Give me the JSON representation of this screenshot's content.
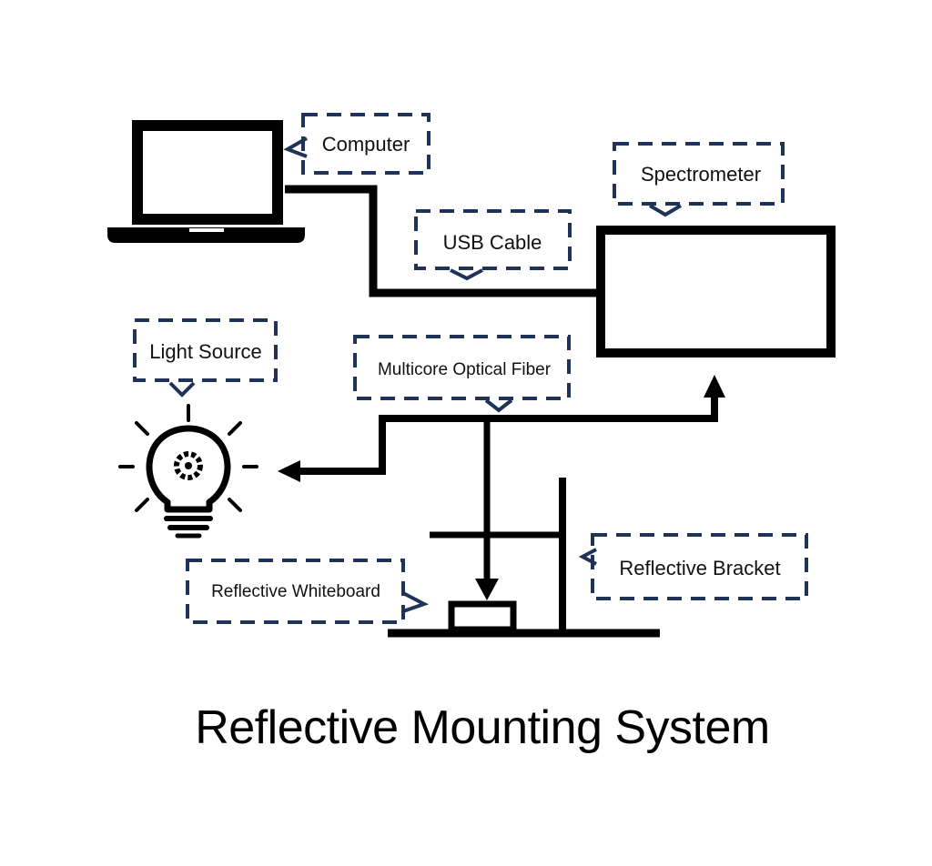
{
  "diagram": {
    "labels": {
      "computer": "Computer",
      "spectrometer": "Spectrometer",
      "usb_cable": "USB Cable",
      "light_source": "Light Source",
      "optical_fiber": "Multicore Optical Fiber",
      "reflective_bracket": "Reflective Bracket",
      "reflective_whiteboard": "Reflective Whiteboard"
    },
    "caption": "Reflective Mounting System",
    "icons": {
      "computer": "laptop-icon",
      "light_source": "lightbulb-gear-icon"
    }
  },
  "colors": {
    "line": "#000000",
    "callout_border": "#1f3358",
    "text": "#111111",
    "background": "#ffffff"
  }
}
